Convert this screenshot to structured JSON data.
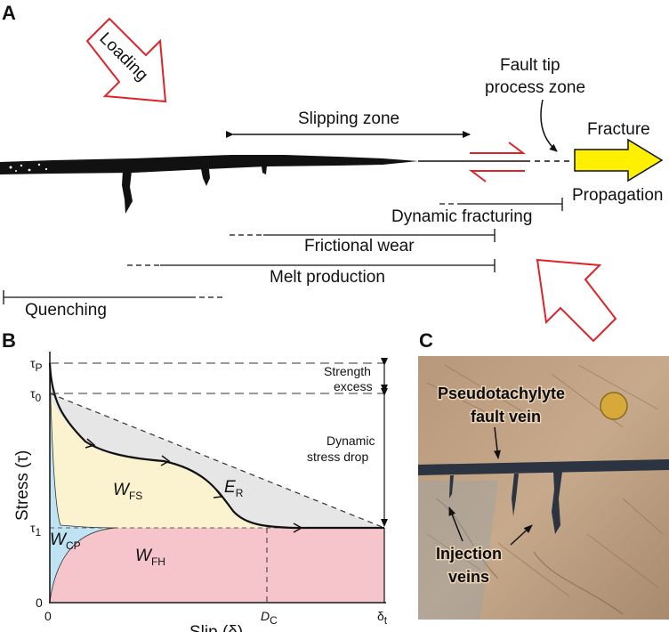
{
  "panel_a": {
    "label": "A",
    "loading": "Loading",
    "slipping_zone": "Slipping zone",
    "fault_tip_line1": "Fault tip",
    "fault_tip_line2": "process zone",
    "fracture": "Fracture",
    "propagation": "Propagation",
    "dynamic_fracturing": "Dynamic fracturing",
    "frictional_wear": "Frictional wear",
    "melt_production": "Melt production",
    "quenching": "Quenching"
  },
  "panel_b": {
    "label": "B",
    "y_axis": "Stress (τ)",
    "x_axis": "Slip (δ)",
    "tau_p": "τ",
    "tau_p_sub": "P",
    "tau_0": "τ",
    "tau_0_sub": "0",
    "tau_1": "τ",
    "tau_1_sub": "1",
    "y_zero": "0",
    "x_zero": "0",
    "dc": "D",
    "dc_sub": "C",
    "dt": "δ",
    "dt_sub": "t",
    "strength_excess_1": "Strength",
    "strength_excess_2": "excess",
    "dynamic_drop_1": "Dynamic",
    "dynamic_drop_2": "stress drop",
    "w_fs": "W",
    "w_fs_sub": "FS",
    "e_r": "E",
    "e_r_sub": "R",
    "w_cp": "W",
    "w_cp_sub": "CP",
    "w_fh": "W",
    "w_fh_sub": "FH",
    "colors": {
      "fs": "#fbf3cf",
      "er": "#e6e6e6",
      "cp": "#bfe3f3",
      "fh": "#f6c5cc"
    }
  },
  "panel_c": {
    "label": "C",
    "vein_1": "Pseudotachylyte",
    "vein_2": "fault vein",
    "injection_1": "Injection",
    "injection_2": "veins"
  }
}
